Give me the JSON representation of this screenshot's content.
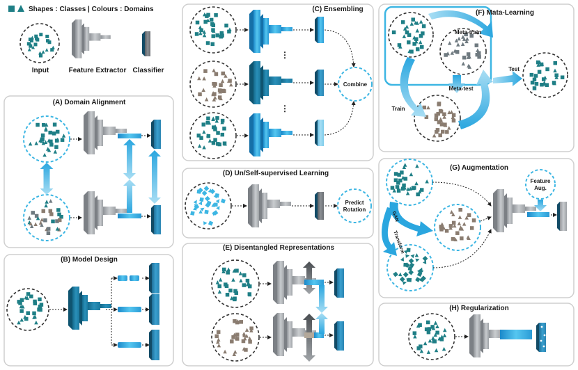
{
  "legend": {
    "shapes_text": "Shapes : Classes | Colours : Domains",
    "input_label": "Input",
    "feature_extractor_label": "Feature Extractor",
    "classifier_label": "Classifier"
  },
  "panels": {
    "a": {
      "title": "(A) Domain Alignment"
    },
    "b": {
      "title": "(B) Model Design"
    },
    "c": {
      "title": "(C) Ensembling",
      "combine_label": "Combine",
      "dots": "⋮"
    },
    "d": {
      "title": "(D) Un/Self-supervised Learning",
      "predict_line1": "Predict",
      "predict_line2": "Rotation"
    },
    "e": {
      "title": "(E)  Disentangled Representations"
    },
    "f": {
      "title": "(F) Mata-Learning",
      "meta_train": "Meta-train",
      "meta_test": "Meta-test",
      "train": "Train",
      "test": "Test"
    },
    "g": {
      "title": "(G) Augmentation",
      "feature_line1": "Feature",
      "feature_line2": "Aug.",
      "gan_label": "GAN",
      "transform_label": "Transform"
    },
    "h": {
      "title": "(H) Regularization"
    }
  },
  "colors": {
    "teal": "#1f7f86",
    "brown": "#8a7c70",
    "grey_domain": "#6f7a80",
    "cyan": "#3db6e3",
    "feature_grey": "#a9adb1",
    "classifier_blue": "#2d86b4",
    "panel_border": "#cfcfcf"
  }
}
